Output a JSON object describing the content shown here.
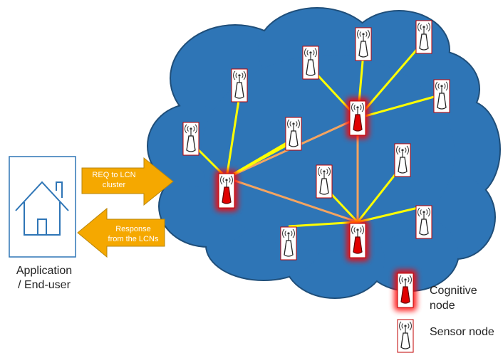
{
  "enduser": {
    "label_line1": "Application",
    "label_line2": "/ End-user",
    "icon": "house-icon"
  },
  "arrows": {
    "request_line1": "REQ to LCN",
    "request_line2": "cluster",
    "response_line1": "Response",
    "response_line2": "from the LCNs"
  },
  "legend": {
    "cognitive_line1": "Cognitive",
    "cognitive_line2": "node",
    "sensor": "Sensor node"
  },
  "colors": {
    "cloud": "#2e75b6",
    "cloud_border": "#1f4e79",
    "arrow": "#f5a800",
    "sensor_link": "#ffff00",
    "cognitive_link": "#f4a460",
    "cognitive_glow": "#ff0000",
    "cognitive_body": "#e00000"
  }
}
